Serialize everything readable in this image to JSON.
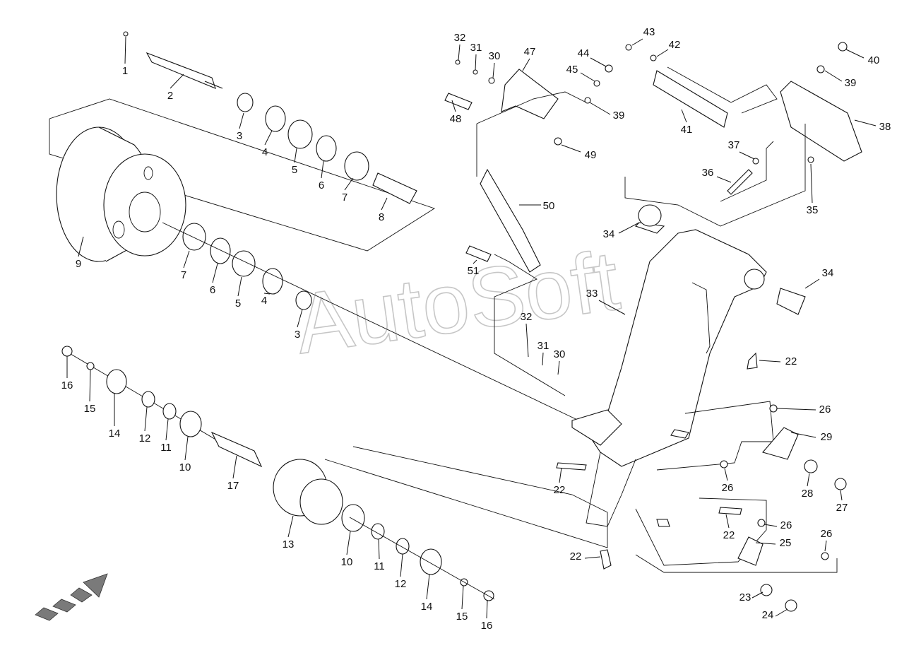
{
  "watermark": "AutoSoft",
  "labels": [
    "1",
    "2",
    "3",
    "4",
    "5",
    "6",
    "7",
    "8",
    "9",
    "7",
    "6",
    "5",
    "4",
    "3",
    "16",
    "15",
    "14",
    "12",
    "11",
    "10",
    "17",
    "13",
    "10",
    "11",
    "12",
    "14",
    "15",
    "16",
    "32",
    "31",
    "30",
    "47",
    "44",
    "45",
    "39",
    "48",
    "49",
    "50",
    "51",
    "43",
    "42",
    "40",
    "39",
    "38",
    "41",
    "37",
    "36",
    "35",
    "34",
    "34",
    "33",
    "32",
    "31",
    "30",
    "22",
    "26",
    "29",
    "22",
    "26",
    "28",
    "27",
    "22",
    "26",
    "25",
    "26",
    "22",
    "23",
    "24"
  ],
  "colors": {
    "line": "#111111",
    "watermark": "#bdbdbd",
    "arrow": "#7a7a7a"
  },
  "icons": [
    "direction-arrow-icon"
  ]
}
